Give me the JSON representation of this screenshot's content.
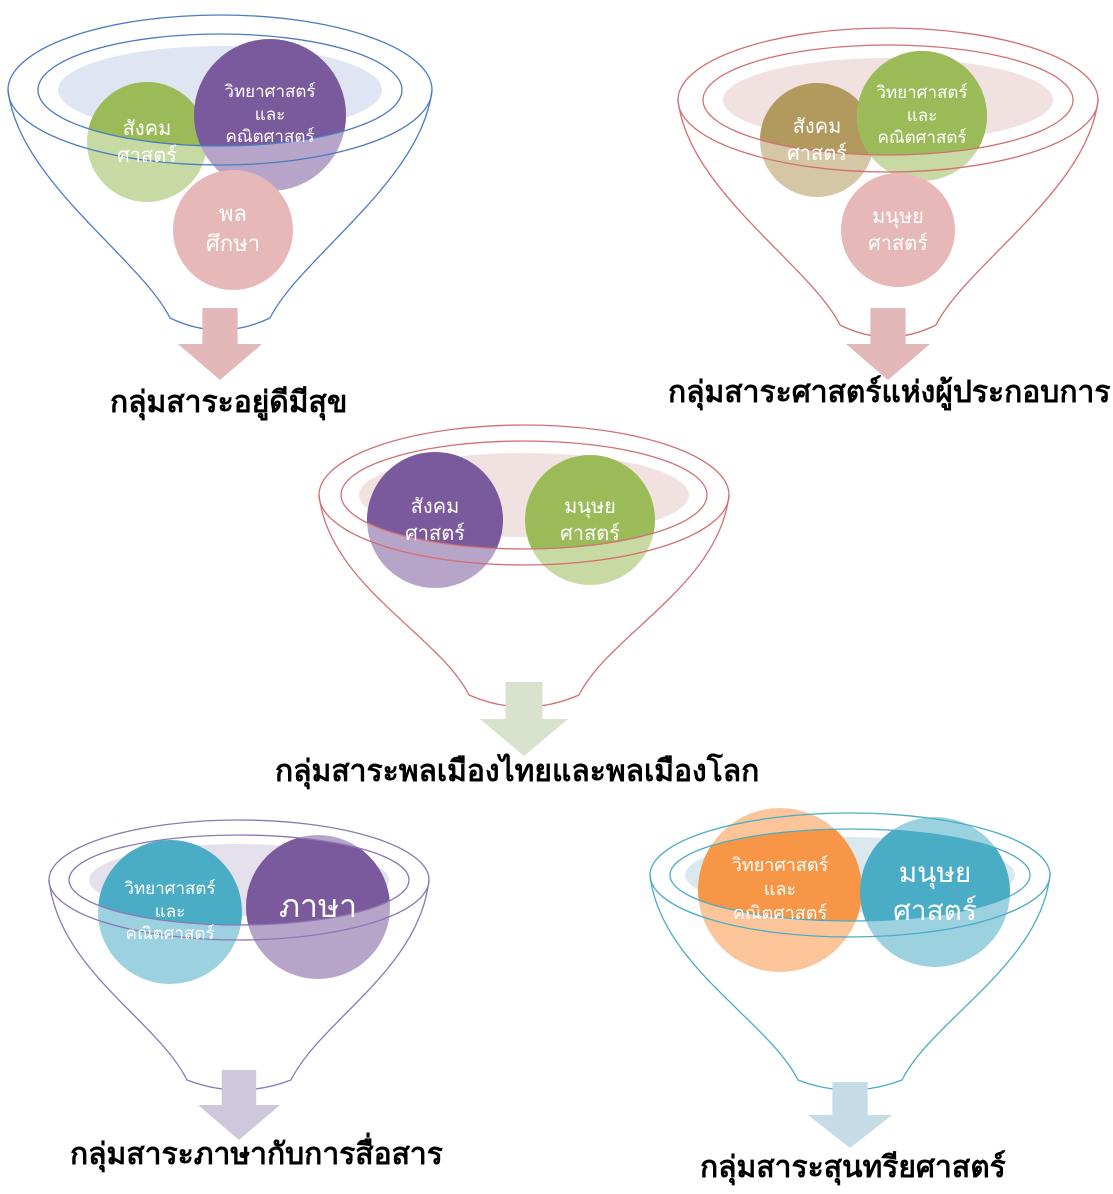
{
  "funnels": [
    {
      "id": "wellbeing",
      "title": "กลุ่มสาระอยู่ดีมีสุข",
      "outline_color": "#4a7cc4",
      "rim_fill": "#dfe5f2",
      "arrow_color": "#e3b8b8",
      "circles": [
        {
          "lines": [
            "สังคม",
            "ศาสตร์"
          ],
          "color": "#9bbb59"
        },
        {
          "lines": [
            "วิทยาศาสตร์",
            "และ",
            "คณิตศาสตร์"
          ],
          "color": "#7a5a9c"
        },
        {
          "lines": [
            "พล",
            "ศึกษา"
          ],
          "color": "#d27f7d"
        }
      ]
    },
    {
      "id": "entrepreneur",
      "title": "กลุ่มสาระศาสตร์แห่งผู้ประกอบการ",
      "outline_color": "#d46f70",
      "rim_fill": "#f1e1e0",
      "arrow_color": "#e3b8b8",
      "circles": [
        {
          "lines": [
            "สังคม",
            "ศาสตร์"
          ],
          "color": "#b29a5e"
        },
        {
          "lines": [
            "วิทยาศาสตร์",
            "และ",
            "คณิตศาสตร์"
          ],
          "color": "#9bbb59"
        },
        {
          "lines": [
            "มนุษย",
            "ศาสตร์"
          ],
          "color": "#d27f7d"
        }
      ]
    },
    {
      "id": "citizen",
      "title": "กลุ่มสาระพลเมืองไทยและพลเมืองโลก",
      "outline_color": "#d46f70",
      "rim_fill": "#f1e1e0",
      "arrow_color": "#d9e2cc",
      "circles": [
        {
          "lines": [
            "สังคม",
            "ศาสตร์"
          ],
          "color": "#7a5a9c"
        },
        {
          "lines": [
            "มนุษย",
            "ศาสตร์"
          ],
          "color": "#9bbb59"
        }
      ]
    },
    {
      "id": "language",
      "title": "กลุ่มสาระภาษากับการสื่อสาร",
      "outline_color": "#8a78b6",
      "rim_fill": "#e4e0ec",
      "arrow_color": "#cfc7dc",
      "circles": [
        {
          "lines": [
            "วิทยาศาสตร์",
            "และ",
            "คณิตศาสตร์"
          ],
          "color": "#4bacc6"
        },
        {
          "lines": [
            "ภาษา"
          ],
          "color": "#7a5a9c"
        }
      ]
    },
    {
      "id": "aesthetics",
      "title": "กลุ่มสาระสุนทรียศาสตร์",
      "outline_color": "#4bacc6",
      "rim_fill": "#dbe9ef",
      "arrow_color": "#c5dce6",
      "circles": [
        {
          "lines": [
            "วิทยาศาสตร์",
            "และ",
            "คณิตศาสตร์"
          ],
          "color": "#f79646"
        },
        {
          "lines": [
            "มนุษย",
            "ศาสตร์"
          ],
          "color": "#4bacc6"
        }
      ]
    }
  ]
}
